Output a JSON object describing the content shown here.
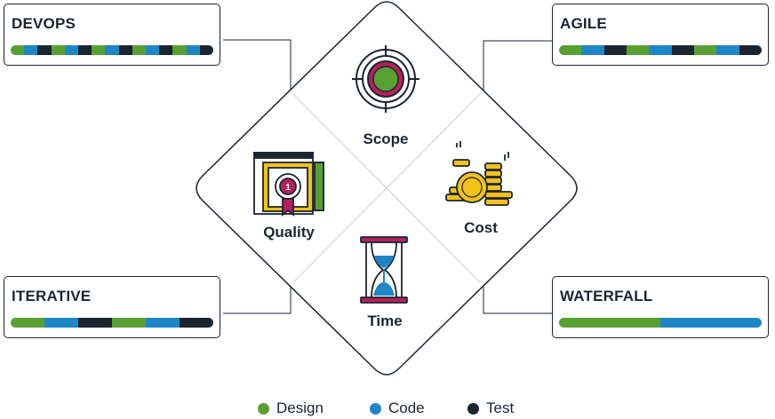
{
  "colors": {
    "design": "#58a032",
    "code": "#1f86c6",
    "test": "#1b2530",
    "accent": "#b71f5c",
    "gold": "#f2c21b"
  },
  "methods": {
    "devops": {
      "title": "DEVOPS",
      "segments": [
        "design",
        "code",
        "test",
        "design",
        "code",
        "test",
        "design",
        "code",
        "test",
        "design",
        "code",
        "test",
        "design",
        "code",
        "test"
      ]
    },
    "agile": {
      "title": "AGILE",
      "segments": [
        "design",
        "code",
        "test",
        "design",
        "code",
        "test",
        "design",
        "code",
        "test"
      ]
    },
    "iterative": {
      "title": "ITERATIVE",
      "segments": [
        "design",
        "code",
        "test",
        "design",
        "code",
        "test"
      ]
    },
    "waterfall": {
      "title": "WATERFALL",
      "segments": [
        "design",
        "code"
      ]
    }
  },
  "diamond": {
    "scope": {
      "label": "Scope",
      "icon": "target-icon"
    },
    "cost": {
      "label": "Cost",
      "icon": "coins-icon"
    },
    "quality": {
      "label": "Quality",
      "icon": "award-certificate-icon"
    },
    "time": {
      "label": "Time",
      "icon": "hourglass-icon"
    }
  },
  "legend": [
    {
      "label": "Design",
      "color": "#58a032"
    },
    {
      "label": "Code",
      "color": "#1f86c6"
    },
    {
      "label": "Test",
      "color": "#1b2530"
    }
  ]
}
